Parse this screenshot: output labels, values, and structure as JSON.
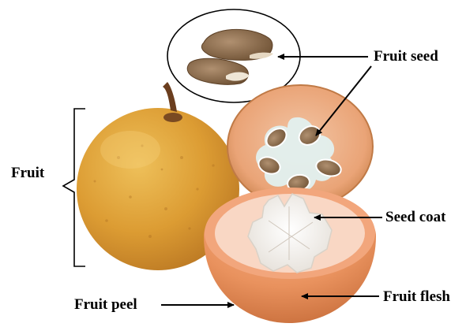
{
  "labels": {
    "fruit_seed": "Fruit seed",
    "fruit": "Fruit",
    "seed_coat": "Seed coat",
    "fruit_flesh": "Fruit flesh",
    "fruit_peel": "Fruit peel"
  },
  "colors": {
    "peel": "#d9962e",
    "peel_light": "#e8b443",
    "peel_dark": "#b87522",
    "cut_rim": "#e88a55",
    "cut_inner": "#f3b68d",
    "aril": "#f4f2ee",
    "seed": "#8a6d4d",
    "stem": "#6b3e1e",
    "ink": "#000000"
  }
}
